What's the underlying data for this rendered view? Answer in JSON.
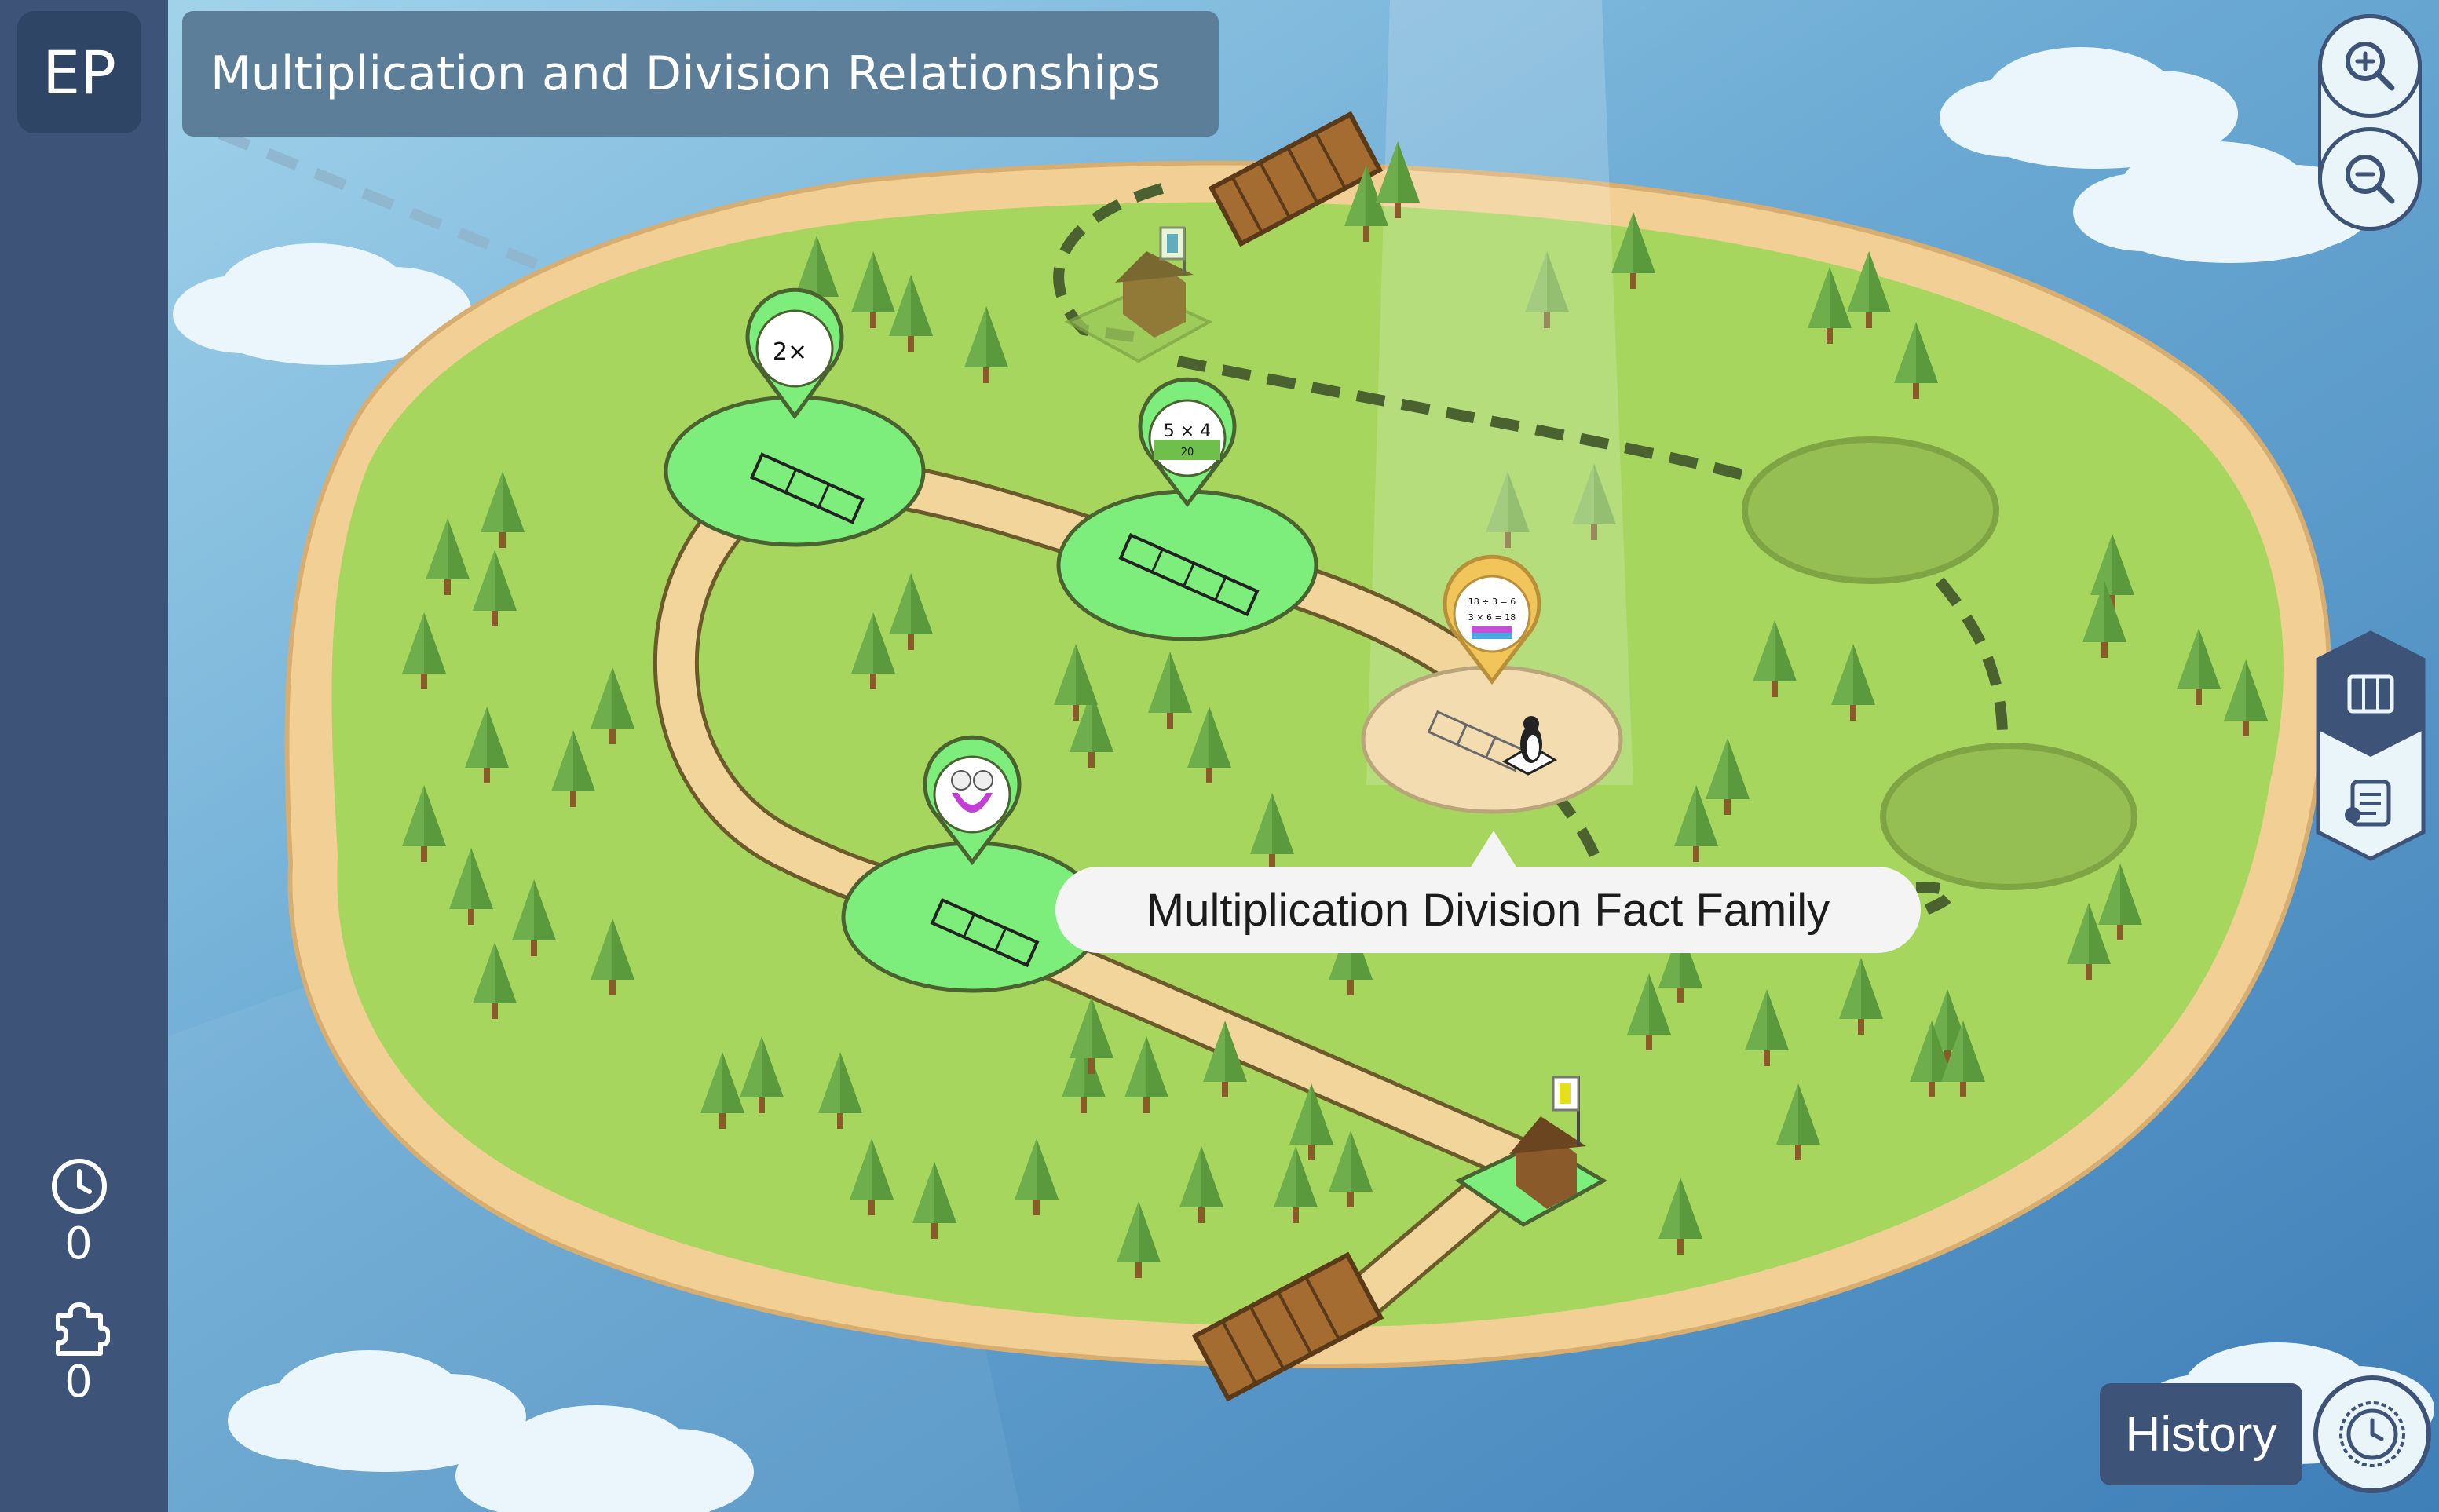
{
  "user": {
    "initials": "EP"
  },
  "lesson": {
    "title": "Multiplication and Division Relationships"
  },
  "stats": {
    "time_icon": "clock-icon",
    "time_value": "0",
    "puzzle_icon": "puzzle-icon",
    "puzzle_value": "0"
  },
  "map": {
    "nodes": [
      {
        "id": "node-1",
        "icon_text": "2×",
        "status": "completed"
      },
      {
        "id": "node-2",
        "icon_text": "5 × 4",
        "icon_subtext": "20",
        "status": "completed"
      },
      {
        "id": "node-3",
        "icon_text": "18 ÷ 3 = 6",
        "icon_subtext": "3 × 6 = 18",
        "status": "current"
      },
      {
        "id": "node-4",
        "icon_text": "",
        "status": "completed"
      }
    ],
    "tooltip": "Multiplication Division Fact Family"
  },
  "controls": {
    "zoom_in_icon": "zoom-in-icon",
    "zoom_out_icon": "zoom-out-icon",
    "map_icon": "map-icon",
    "notes_icon": "notes-icon",
    "history_label": "History",
    "history_icon": "history-clock-icon"
  },
  "colors": {
    "sidebar": "#3d5378",
    "title_banner": "#5d7e99",
    "island_grass": "#a6d65e",
    "node_green": "#7ded7c",
    "node_current": "#f2dcb0",
    "water": "#4a8cbf"
  }
}
